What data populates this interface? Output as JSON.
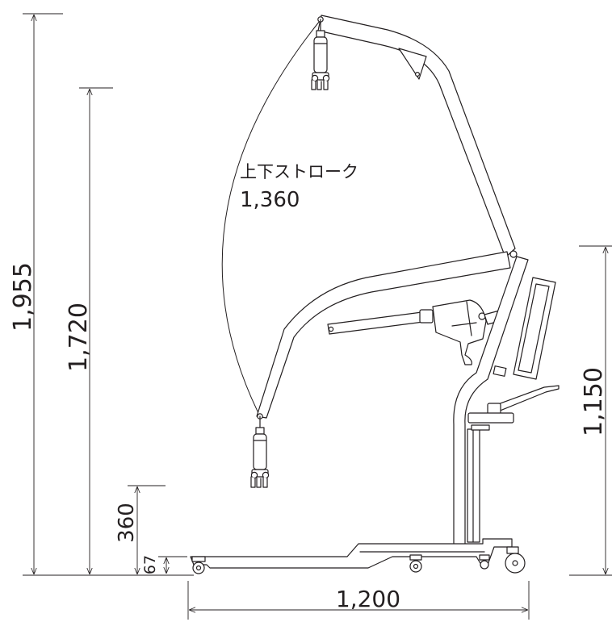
{
  "labels": {
    "stroke_caption": "上下ストローク",
    "stroke_value": "1,360"
  },
  "dimensions": {
    "total_height": "1,955",
    "arm_height": "1,720",
    "hanger_low": "360",
    "base_height": "67",
    "mast_height": "1,150",
    "total_length": "1,200"
  },
  "colors": {
    "line": "#231f20",
    "background": "#ffffff"
  }
}
